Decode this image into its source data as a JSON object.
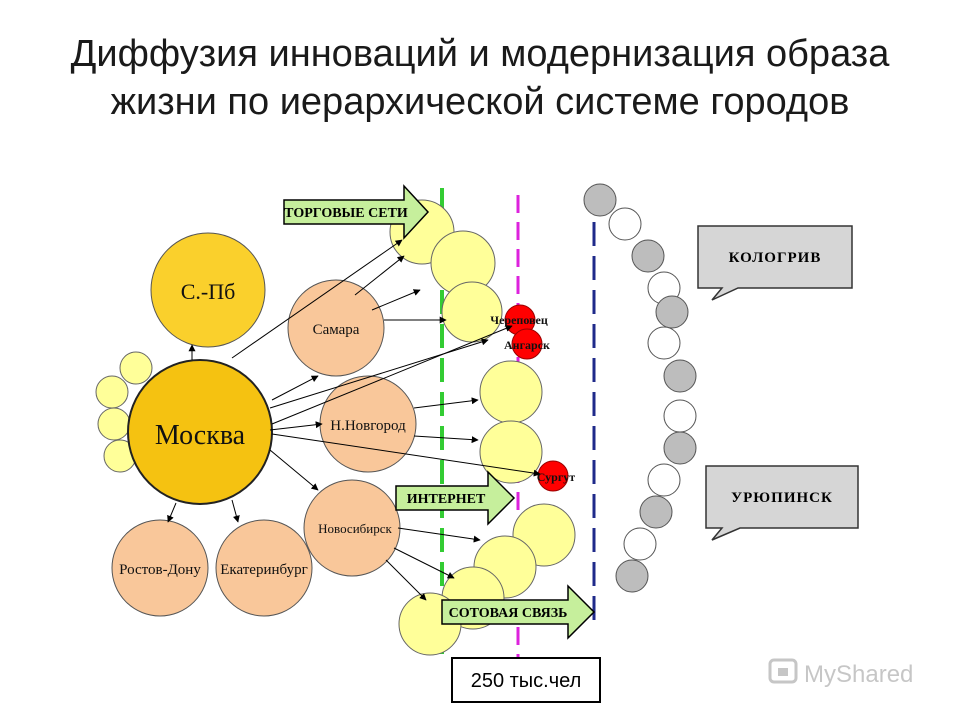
{
  "title": {
    "line1": "Диффузия инноваций и модернизация образа",
    "line2": "жизни по иерархической системе городов"
  },
  "cities": {
    "moscow": "Москва",
    "spb": "С.-Пб",
    "samara": "Самара",
    "nnovgorod": "Н.Новгород",
    "novosibirsk": "Новосибирск",
    "rostov": "Ростов-Дону",
    "ekaterinburg": "Екатеринбург",
    "cherepovets": "Череповец",
    "angarsk": "Ангарск",
    "surgut": "Сургут"
  },
  "arrows": {
    "trade": "ТОРГОВЫЕ СЕТИ",
    "internet": "ИНТЕРНЕТ",
    "cellular": "СОТОВАЯ СВЯЗЬ"
  },
  "callouts": {
    "kologriv": "КОЛОГРИВ",
    "uryupinsk": "УРЮПИНСК"
  },
  "threshold_label": "250 тыс.чел",
  "watermark": "MyShared",
  "colors": {
    "moscow": "#f5c211",
    "spb": "#fad02c",
    "peach": "#f9c79a",
    "pale_yellow": "#ffff99",
    "red": "#ff0000",
    "gray": "#bdbdbd",
    "green_arrow": "#c6ef9c",
    "callout": "#d6d6d6",
    "green_line": "#33cc33",
    "magenta_line": "#dd22dd",
    "blue_line": "#1f2a8a"
  }
}
